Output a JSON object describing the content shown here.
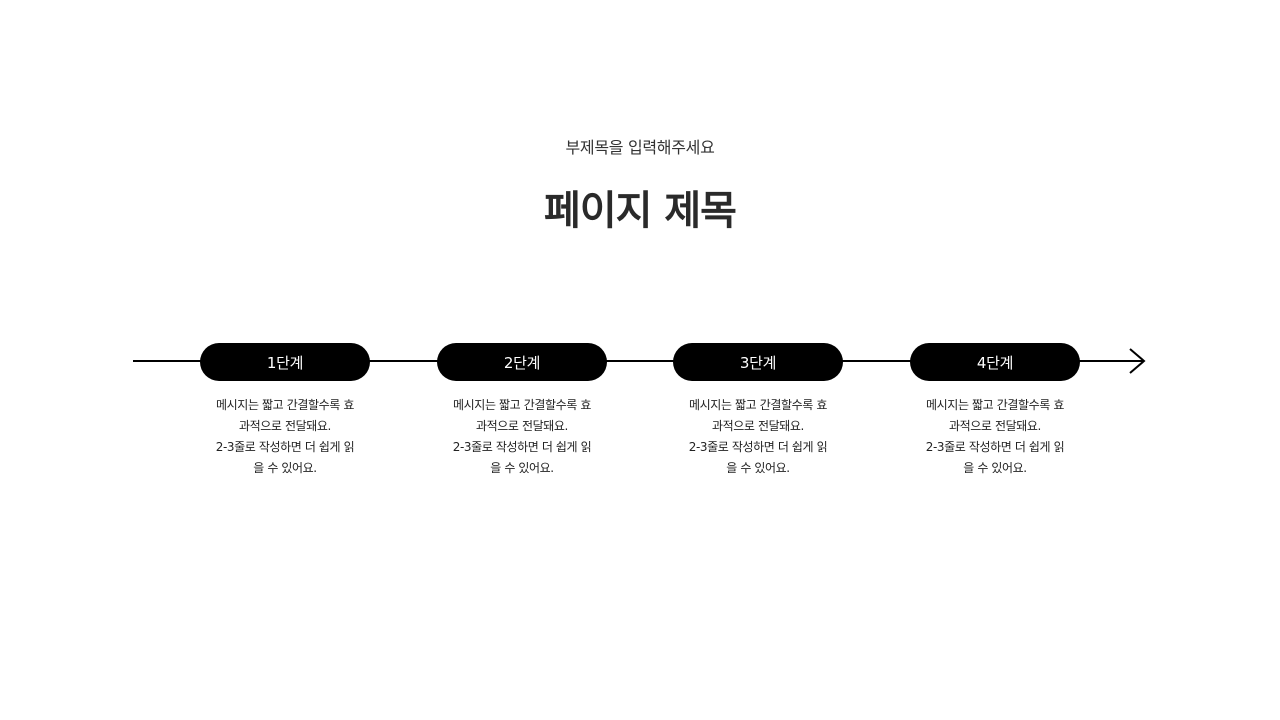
{
  "header": {
    "subtitle": "부제목을 입력해주세요",
    "title": "페이지 제목"
  },
  "steps": [
    {
      "label": "1단계",
      "lines": [
        "메시지는 짧고 간결할수록 효",
        "과적으로 전달돼요.",
        "2-3줄로 작성하면 더 쉽게 읽",
        "을 수 있어요."
      ]
    },
    {
      "label": "2단계",
      "lines": [
        "메시지는 짧고 간결할수록 효",
        "과적으로 전달돼요.",
        "2-3줄로 작성하면 더 쉽게 읽",
        "을 수 있어요."
      ]
    },
    {
      "label": "3단계",
      "lines": [
        "메시지는 짧고 간결할수록 효",
        "과적으로 전달돼요.",
        "2-3줄로 작성하면 더 쉽게 읽",
        "을 수 있어요."
      ]
    },
    {
      "label": "4단계",
      "lines": [
        "메시지는 짧고 간결할수록 효",
        "과적으로 전달돼요.",
        "2-3줄로 작성하면 더 쉽게 읽",
        "을 수 있어요."
      ]
    }
  ],
  "colors": {
    "pill": "#000000",
    "line": "#000000",
    "background": "#ffffff"
  }
}
